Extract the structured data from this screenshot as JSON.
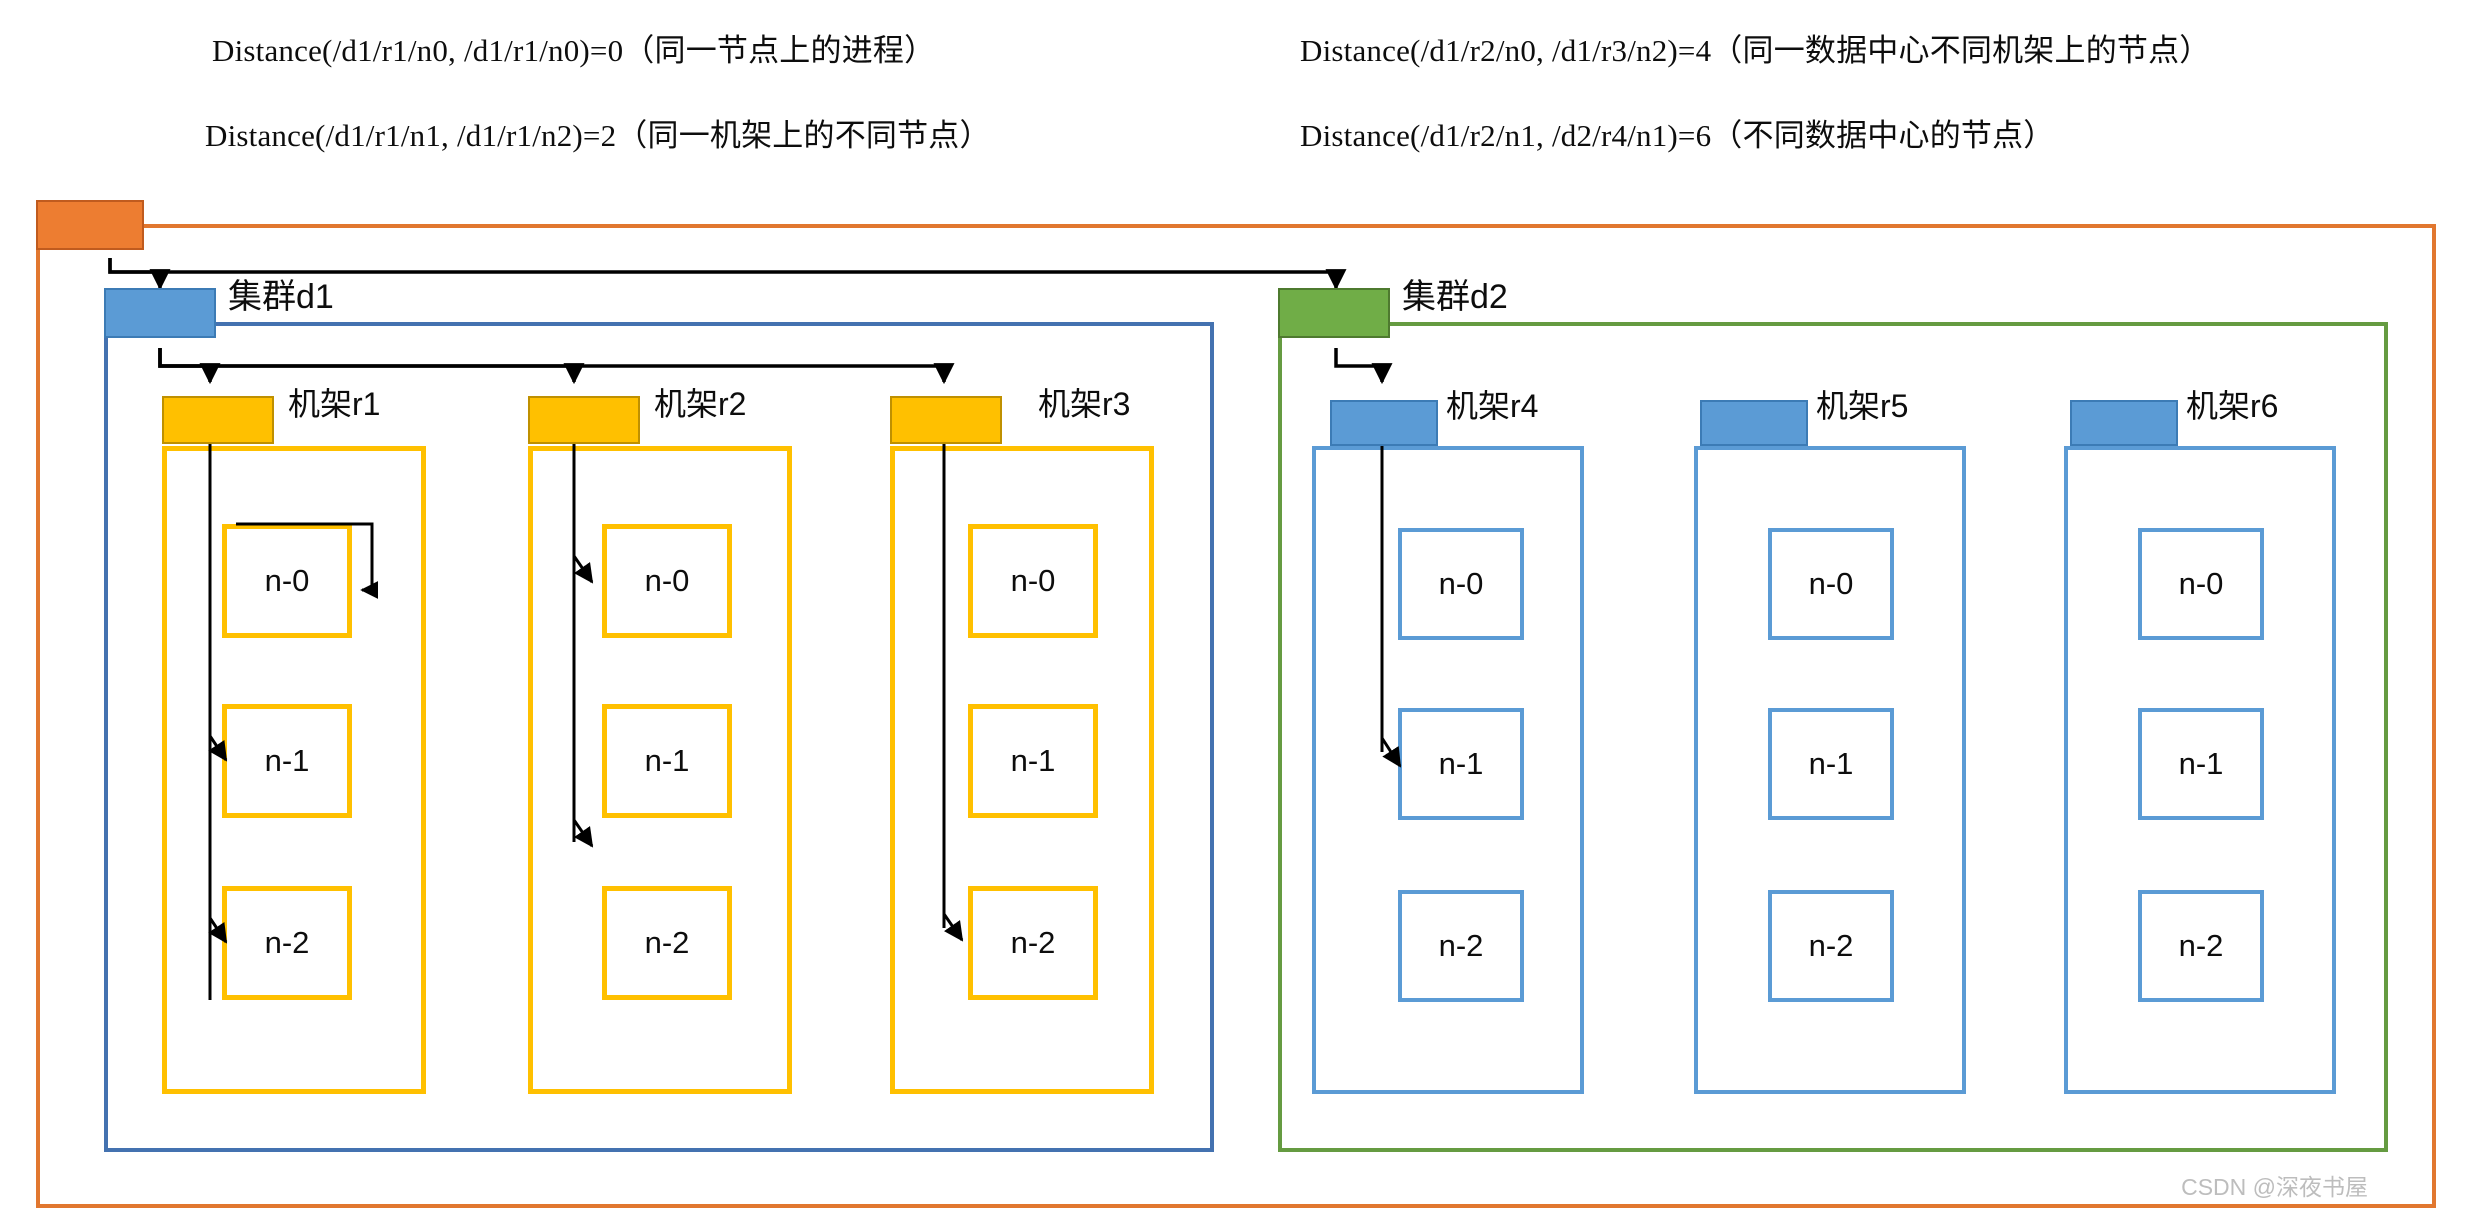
{
  "legend": {
    "lines": [
      {
        "id": "line-1",
        "text": "Distance(/d1/r1/n0, /d1/r1/n0)=0（同一节点上的进程）"
      },
      {
        "id": "line-2",
        "text": "Distance(/d1/r1/n1, /d1/r1/n2)=2（同一机架上的不同节点）"
      },
      {
        "id": "line-3",
        "text": "Distance(/d1/r2/n0, /d1/r3/n2)=4（同一数据中心不同机架上的节点）"
      },
      {
        "id": "line-4",
        "text": "Distance(/d1/r2/n1, /d2/r4/n1)=6（不同数据中心的节点）"
      }
    ]
  },
  "topology": {
    "root": {
      "label": ""
    },
    "clusters": [
      {
        "id": "d1",
        "label": "集群d1",
        "color": "#5B9BD5",
        "racks": [
          {
            "id": "r1",
            "label": "机架r1",
            "color": "#FFC000",
            "nodes": [
              {
                "label": "n-0"
              },
              {
                "label": "n-1"
              },
              {
                "label": "n-2"
              }
            ]
          },
          {
            "id": "r2",
            "label": "机架r2",
            "color": "#FFC000",
            "nodes": [
              {
                "label": "n-0"
              },
              {
                "label": "n-1"
              },
              {
                "label": "n-2"
              }
            ]
          },
          {
            "id": "r3",
            "label": "机架r3",
            "color": "#FFC000",
            "nodes": [
              {
                "label": "n-0"
              },
              {
                "label": "n-1"
              },
              {
                "label": "n-2"
              }
            ]
          }
        ]
      },
      {
        "id": "d2",
        "label": "集群d2",
        "color": "#70AD47",
        "racks": [
          {
            "id": "r4",
            "label": "机架r4",
            "color": "#5B9BD5",
            "nodes": [
              {
                "label": "n-0"
              },
              {
                "label": "n-1"
              },
              {
                "label": "n-2"
              }
            ]
          },
          {
            "id": "r5",
            "label": "机架r5",
            "color": "#5B9BD5",
            "nodes": [
              {
                "label": "n-0"
              },
              {
                "label": "n-1"
              },
              {
                "label": "n-2"
              }
            ]
          },
          {
            "id": "r6",
            "label": "机架r6",
            "color": "#5B9BD5",
            "nodes": [
              {
                "label": "n-0"
              },
              {
                "label": "n-1"
              },
              {
                "label": "n-2"
              }
            ]
          }
        ]
      }
    ]
  },
  "colors": {
    "datacenter_border": "#E1772F",
    "root_chip": "#ED7D31",
    "cluster_d1": "#5B9BD5",
    "cluster_d2": "#70AD47",
    "rack_yellow": "#FFC000",
    "rack_blue": "#5B9BD5",
    "connector": "#000000"
  },
  "watermark": {
    "text": "CSDN @深夜书屋"
  }
}
